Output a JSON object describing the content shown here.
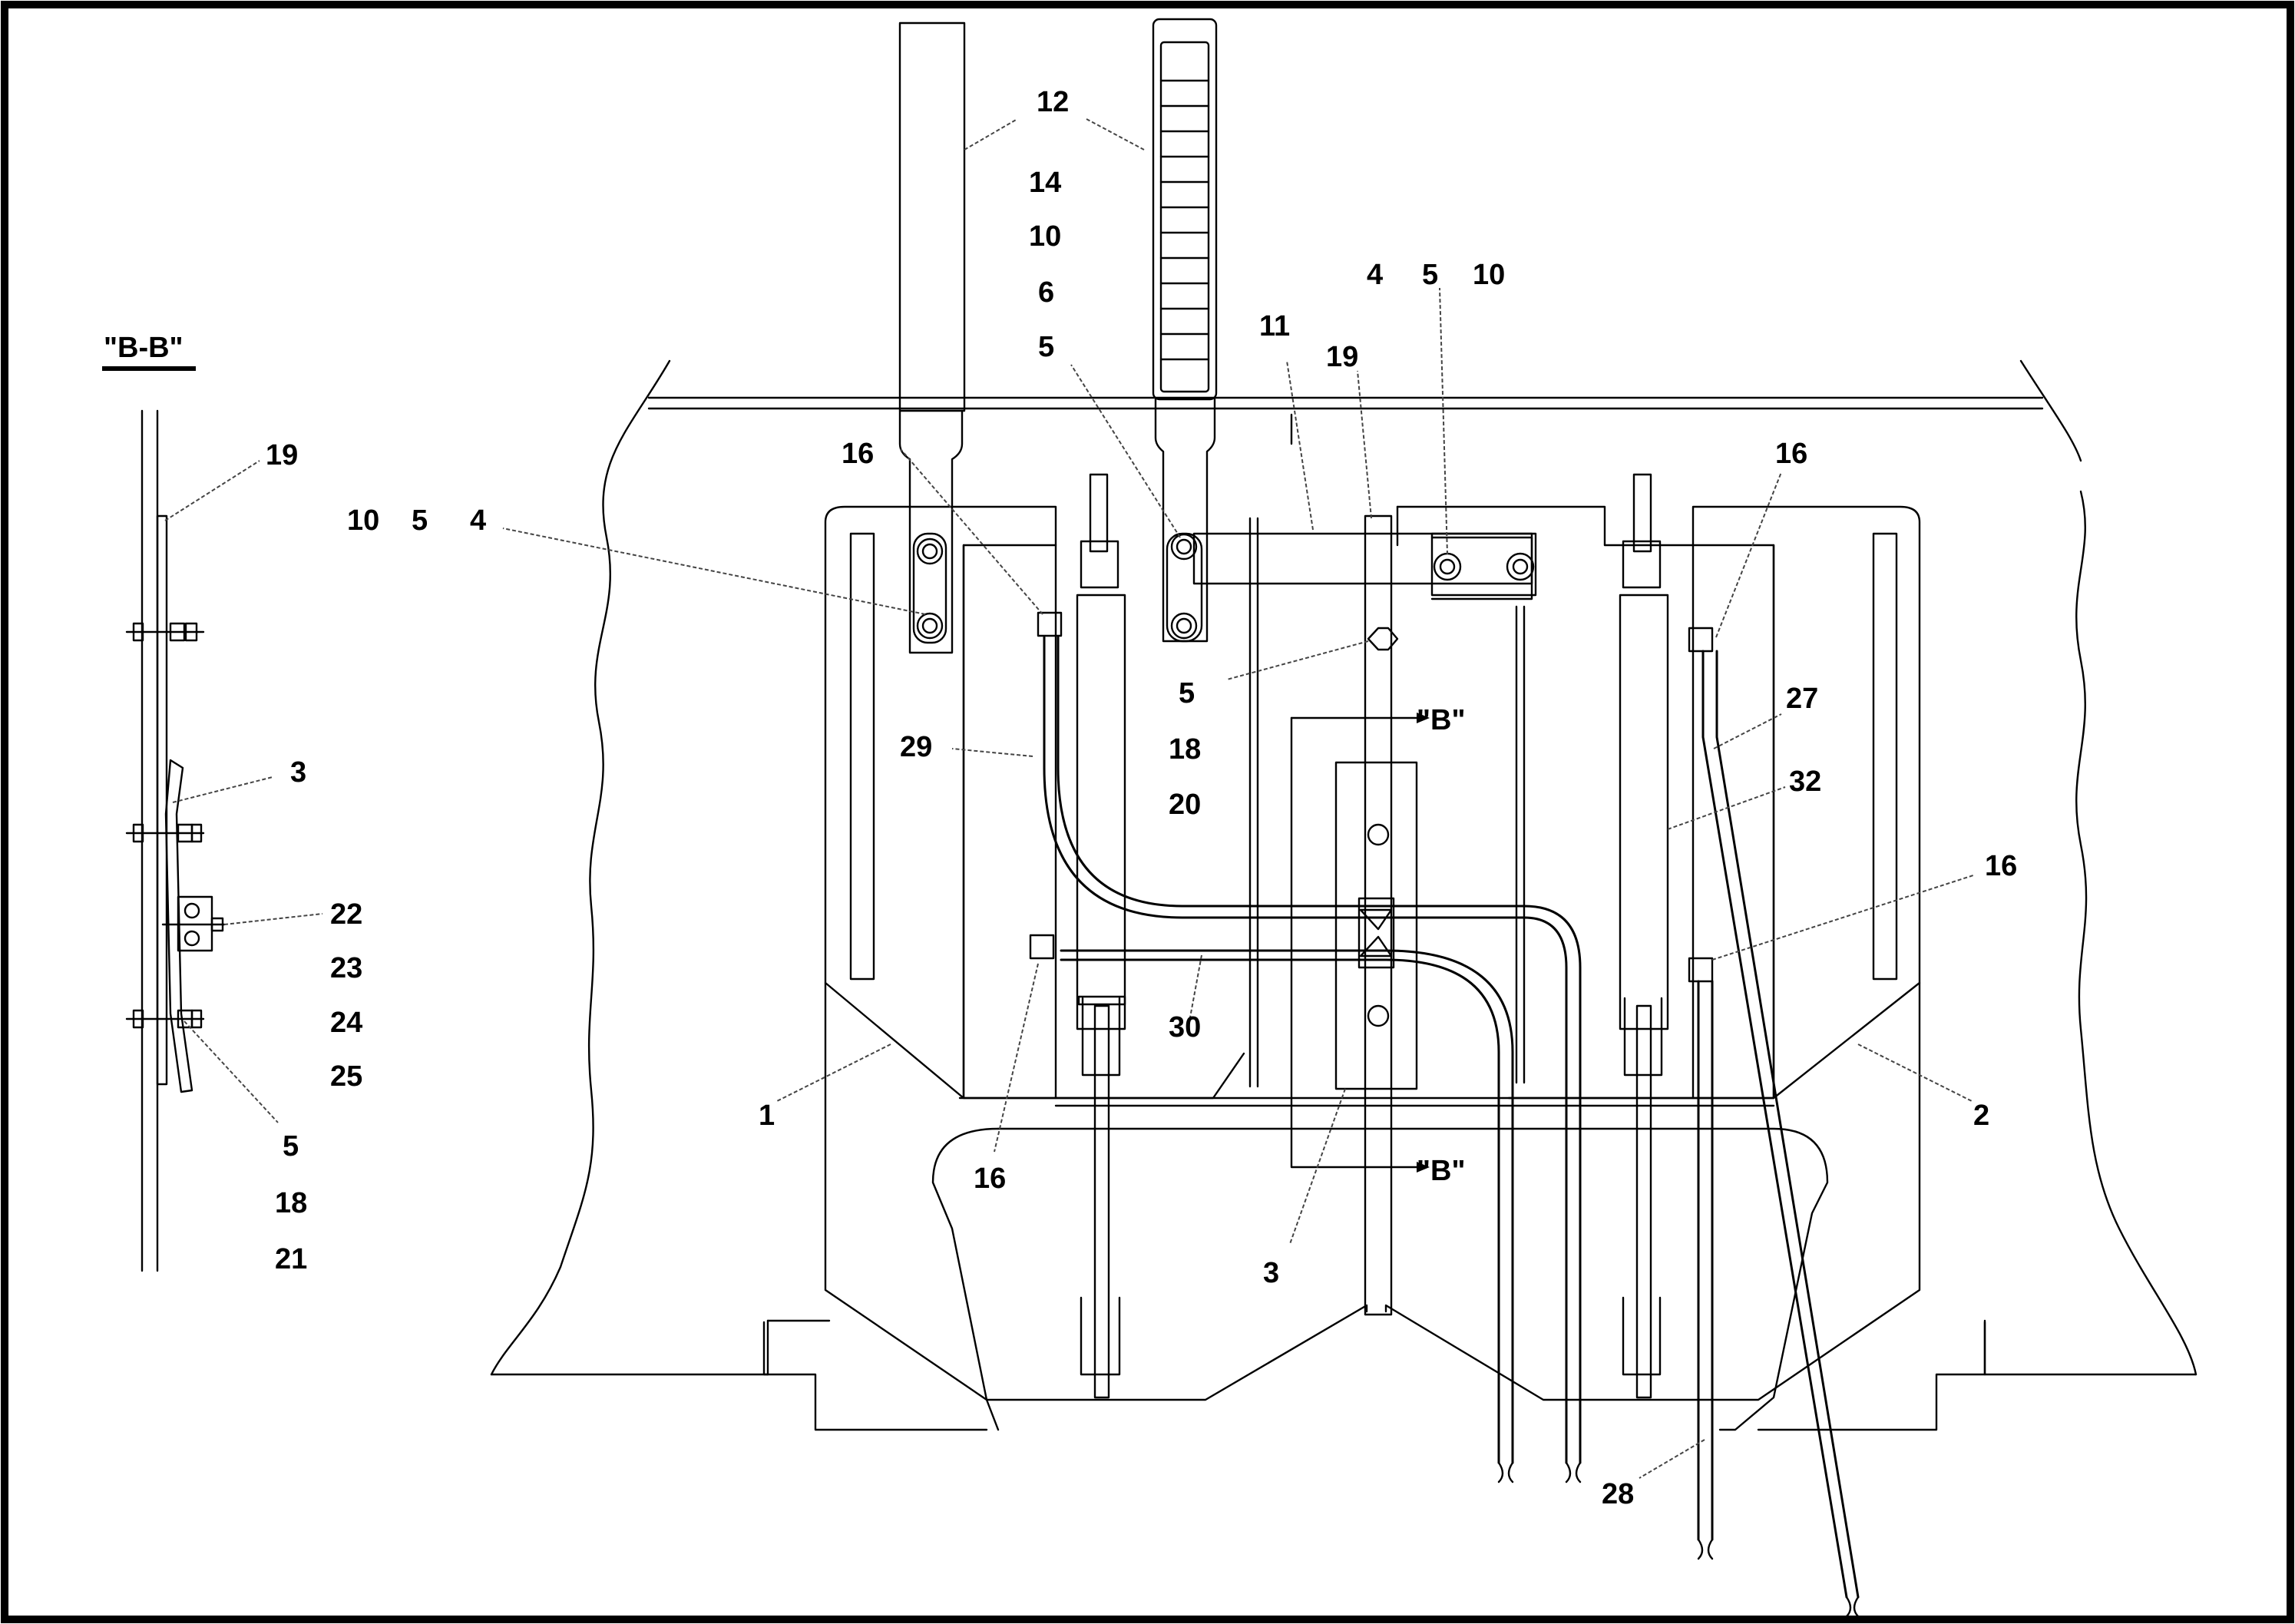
{
  "section_view": {
    "title": "\"B-B\"",
    "callouts": [
      "19",
      "3",
      "22",
      "23",
      "24",
      "25",
      "5",
      "18",
      "21"
    ]
  },
  "main_view": {
    "callouts": [
      "12",
      "14",
      "10",
      "6",
      "5",
      "4",
      "5",
      "10",
      "11",
      "19",
      "16",
      "10",
      "5",
      "4",
      "16",
      "5",
      "29",
      "18",
      "20",
      "27",
      "32",
      "16",
      "30",
      "16",
      "1",
      "3",
      "2",
      "28"
    ],
    "section_marks": [
      "\"B\"",
      "\"B\""
    ]
  }
}
